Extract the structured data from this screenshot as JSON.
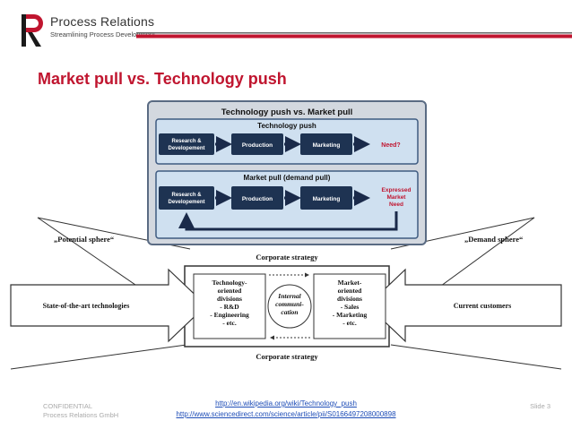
{
  "brand": {
    "name": "Process Relations",
    "tagline": "Streamlining Process Development",
    "accent_color": "#c0152f"
  },
  "slide": {
    "title": "Market pull vs. Technology push"
  },
  "upper_figure": {
    "title": "Technology push vs. Market pull",
    "push_panel": {
      "label": "Technology push",
      "steps": [
        "Research & Developement",
        "Production",
        "Marketing"
      ],
      "end": "Need?"
    },
    "pull_panel": {
      "label": "Market pull (demand pull)",
      "steps": [
        "Research & Developement",
        "Production",
        "Marketing"
      ],
      "end": "Expressed Market Need"
    }
  },
  "lower_figure": {
    "top_label": "Corporate strategy",
    "bottom_label": "Corporate strategy",
    "left_sphere": "„Potential sphere“",
    "right_sphere": "„Demand sphere“",
    "left_arrow": "State-of-the-art technologies",
    "right_arrow": "Current customers",
    "left_box": [
      "Technology-",
      "oriented",
      "divisions",
      "- R&D",
      "- Engineering",
      "- etc."
    ],
    "right_box": [
      "Market-",
      "oriented",
      "divisions",
      "- Sales",
      "- Marketing",
      "- etc."
    ],
    "center_circle": [
      "Internal",
      "communi-",
      "cation"
    ]
  },
  "footer": {
    "confidential": "CONFIDENTIAL",
    "company": "Process Relations GmbH",
    "link1": "http://en.wikipedia.org/wiki/Technology_push",
    "link2": "http://www.sciencedirect.com/science/article/pii/S0166497208000898",
    "slide_number": "Slide 3"
  }
}
